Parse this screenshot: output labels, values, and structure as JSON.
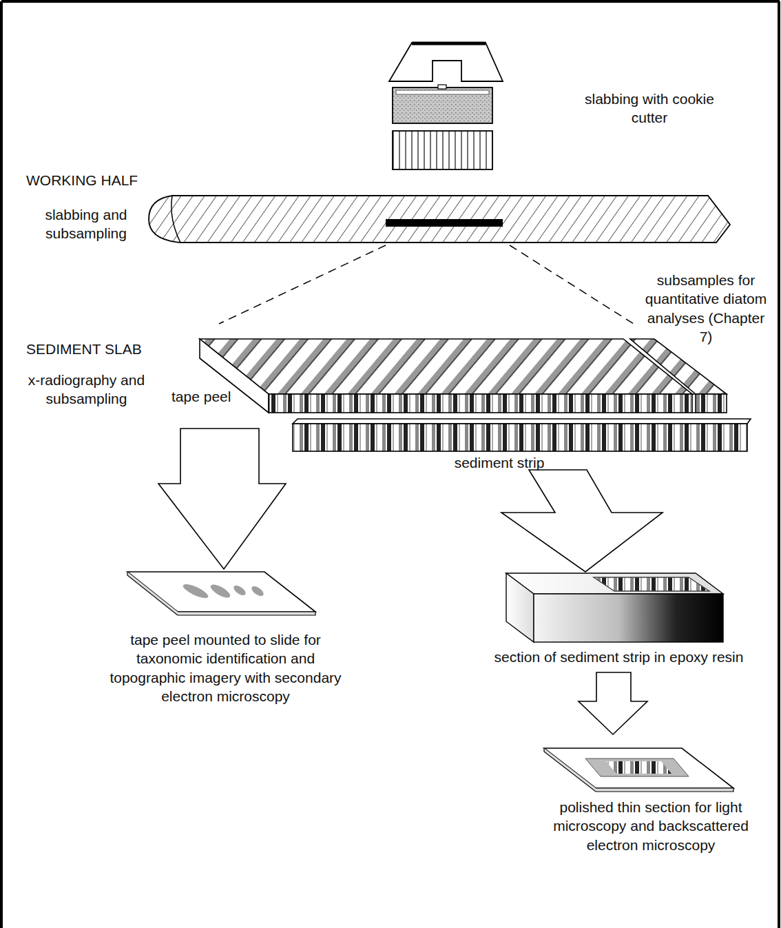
{
  "diagram": {
    "labels": [
      "slabbing with cookie cutter",
      "WORKING HALF",
      "slabbing and subsampling",
      "subsamples for quantitative diatom analyses (Chapter 7)",
      "SEDIMENT SLAB",
      "x-radiography and subsampling",
      "tape peel",
      "sediment strip",
      "tape peel mounted to slide for taxonomic identification and topographic imagery with secondary electron microscopy",
      "section of sediment strip in epoxy resin",
      "polished thin section for light microscopy and backscattered electron microscopy"
    ]
  }
}
